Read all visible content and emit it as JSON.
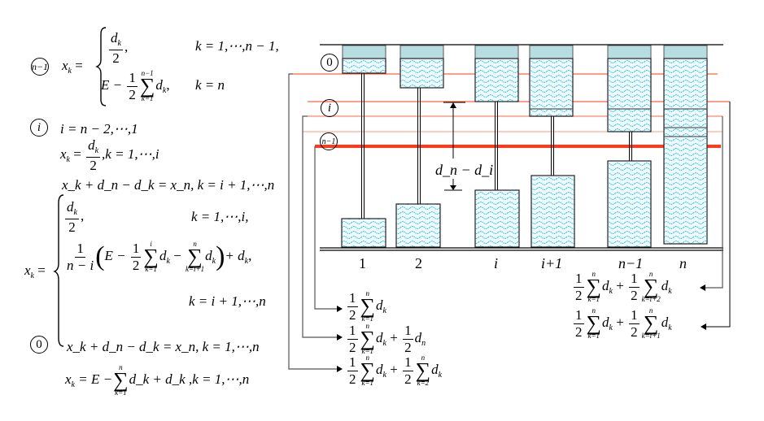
{
  "left_panel": {
    "step_n1": {
      "marker": "n−1",
      "lhs": "x",
      "lhs_sub": "k",
      "case1_num": "d",
      "case1_num_sub": "k",
      "case1_den": "2",
      "case1_cond": "k = 1,⋯,n − 1,",
      "case2_E": "E −",
      "case2_half_num": "1",
      "case2_half_den": "2",
      "case2_sum_top": "n−1",
      "case2_sum_bot": "k=1",
      "case2_term": "d",
      "case2_term_sub": "k",
      "case2_cond": "k = n"
    },
    "step_i": {
      "marker": "i",
      "line1": "i = n − 2,⋯,1",
      "line2_lhs": "x",
      "line2_lhs_sub": "k",
      "line2_num": "d",
      "line2_num_sub": "k",
      "line2_den": "2",
      "line2_cond": ",k = 1,⋯,i",
      "line3": "x_k + d_n − d_k = x_n, k = i + 1,⋯,n",
      "piece_lhs": "x",
      "piece_lhs_sub": "k",
      "piece1_cond": "k = 1,⋯,i,",
      "piece2_coef_num": "1",
      "piece2_coef_den": "n − i",
      "piece2_E": "E −",
      "piece2_sum1_top": "i",
      "piece2_sum1_bot": "k=1",
      "piece2_sum2_top": "n",
      "piece2_sum2_bot": "k=i+1",
      "piece2_tail": "+ d",
      "piece2_cond": "k = i + 1,⋯,n"
    },
    "step_0": {
      "marker": "0",
      "line1": "x_k + d_n − d_k = x_n, k = 1,⋯,n",
      "line2_lhs": "x",
      "line2_lhs_sub": "k",
      "line2_E": "= E −",
      "line2_sum_top": "n",
      "line2_sum_bot": "k=1",
      "line2_tail": "d_k + d_k ,k = 1,⋯,n"
    }
  },
  "diagram": {
    "level_markers": [
      "0",
      "i",
      "n−1"
    ],
    "dimension_label": "d_n − d_i",
    "column_labels": [
      "1",
      "2",
      "i",
      "i+1",
      "n−1",
      "n"
    ],
    "colors": {
      "water_fill": "#e8f8fc",
      "wave": "#2ab8e0",
      "cap_fill": "#b7dde1",
      "level_line": "#ff3b1a",
      "level_line_light": "#ff9a80",
      "ground": "#000000"
    },
    "results_left": [
      "½ Σ_{k=1}^{n} d_k",
      "½ Σ_{k=1}^{n} d_k + ½ d_n",
      "½ Σ_{k=1}^{n} d_k + ½ Σ_{k=2}^{n} d_k"
    ],
    "results_right": [
      "½ Σ_{k=1}^{n} d_k + ½ Σ_{k=i+2}^{n} d_k",
      "½ Σ_{k=1}^{n} d_k + ½ Σ_{k=i+1}^{n} d_k"
    ],
    "result_parts": {
      "half_num": "1",
      "half_den": "2",
      "sum_top": "n",
      "sum_bot_1": "k=1",
      "sum_bot_2": "k=2",
      "sum_bot_i2": "k=i+2",
      "sum_bot_i1": "k=i+1",
      "term": "d",
      "term_sub": "k",
      "term_n_sub": "n",
      "plus": "+"
    }
  }
}
